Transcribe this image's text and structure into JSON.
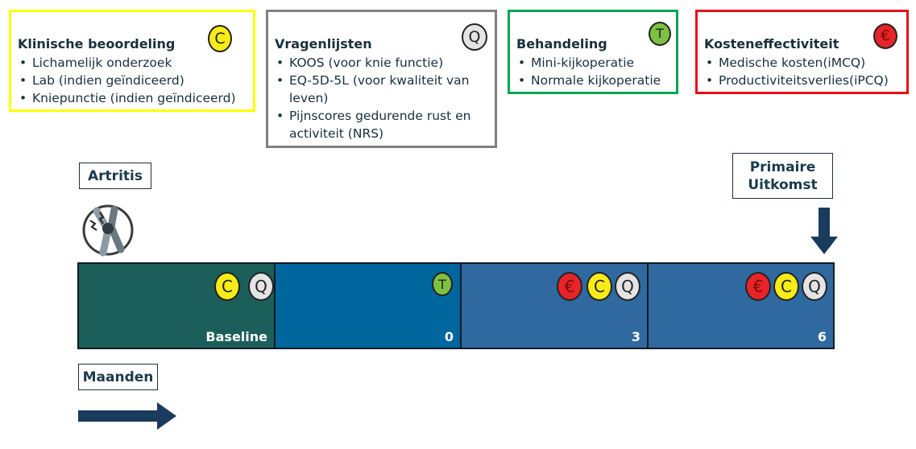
{
  "boxes": {
    "klinisch": {
      "title": "Klinische beoordeling",
      "badge": "C",
      "items": [
        "Lichamelijk onderzoek",
        "Lab (indien geïndiceerd)",
        "Kniepunctie (indien geïndiceerd)"
      ],
      "border_color": "#ffff00"
    },
    "vragen": {
      "title": "Vragenlijsten",
      "badge": "Q",
      "items": [
        "KOOS (voor knie functie)",
        "EQ-5D-5L (voor kwaliteit van leven)",
        "Pijnscores gedurende rust en activiteit (NRS)"
      ],
      "border_color": "#808080"
    },
    "behandeling": {
      "title": "Behandeling",
      "badge": "T",
      "items": [
        "Mini-kijkoperatie",
        "Normale kijkoperatie"
      ],
      "border_color": "#00a550"
    },
    "kosten": {
      "title": "Kosteneffectiviteit",
      "badge": "€",
      "items": [
        "Medische kosten(iMCQ)",
        "Productiviteitsverlies(iPCQ)"
      ],
      "border_color": "#e8101a"
    }
  },
  "labels": {
    "artritis": "Artritis",
    "primaire_line1": "Primaire",
    "primaire_line2": "Uitkomst",
    "maanden": "Maanden"
  },
  "timeline": {
    "segments": [
      {
        "label": "Baseline",
        "badges": [
          "C",
          "Q"
        ],
        "color": "#1c5f5a"
      },
      {
        "label": "0",
        "badges": [
          "T"
        ],
        "color": "#00669e"
      },
      {
        "label": "3",
        "badges": [
          "€",
          "C",
          "Q"
        ],
        "color": "#2f69a0"
      },
      {
        "label": "6",
        "badges": [
          "€",
          "C",
          "Q"
        ],
        "color": "#2f69a0"
      }
    ]
  },
  "icons": {
    "knee": "knee-joint-pain-icon",
    "arrow_down": "arrow-down-icon",
    "arrow_right": "arrow-right-icon"
  },
  "colors": {
    "dark_navy": "#1b3b5e",
    "c_badge": "#f7ec16",
    "q_badge": "#e4e4e4",
    "t_badge": "#7dc142",
    "e_badge": "#e8232a"
  }
}
